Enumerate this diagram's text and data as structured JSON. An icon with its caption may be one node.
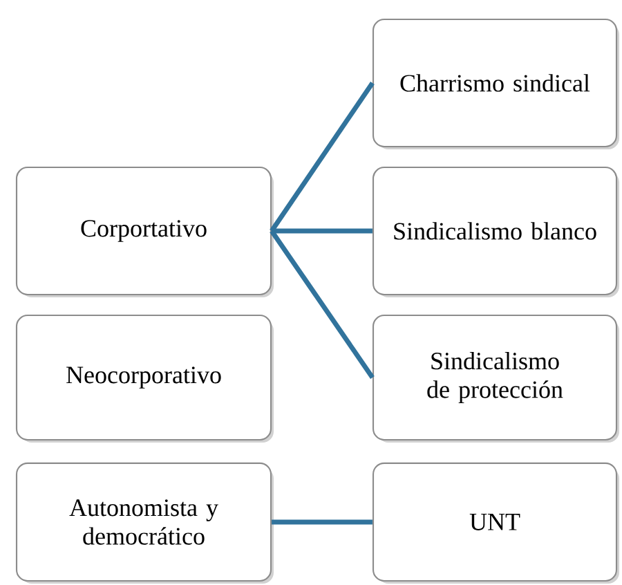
{
  "diagram": {
    "nodes": [
      {
        "text": [
          "Corportativo"
        ]
      },
      {
        "text": [
          "Neocorporativo"
        ]
      },
      {
        "text": [
          "Autonomista y democrático"
        ]
      },
      {
        "text": [
          "Charrismo sindical"
        ]
      },
      {
        "text": [
          "Sindicalismo blanco"
        ]
      },
      {
        "text": [
          "Sindicalismo de protección"
        ]
      },
      {
        "text": [
          "UNT"
        ]
      }
    ],
    "edges": [
      {
        "from": 0,
        "to": 3,
        "arrow": "none"
      },
      {
        "from": 0,
        "to": 4,
        "arrow": "none"
      },
      {
        "from": 0,
        "to": 5,
        "arrow": "none"
      },
      {
        "from": 2,
        "to": 6,
        "arrow": "none"
      }
    ]
  }
}
